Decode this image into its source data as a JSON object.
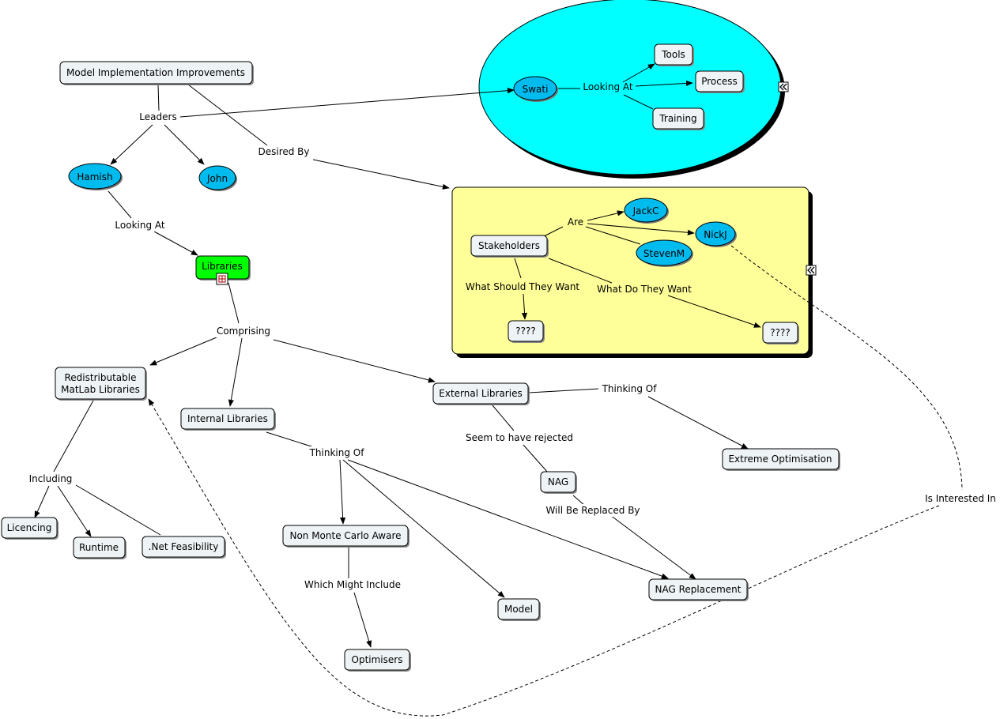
{
  "colors": {
    "node_fill": "#eef3f5",
    "person_fill": "#00bbee",
    "libraries_fill": "#00ff00",
    "cyan_region": "#00ffff",
    "yellow_region": "#ffff99"
  },
  "icons": {
    "collapse": "double-chevron-left-icon",
    "resource": "resource-icon"
  },
  "nodes": {
    "model_impl": "Model Implementation Improvements",
    "hamish": "Hamish",
    "john": "John",
    "libraries": "Libraries",
    "swati": "Swati",
    "tools": "Tools",
    "process": "Process",
    "training": "Training",
    "stakeholders": "Stakeholders",
    "jackc": "JackC",
    "stevenm": "StevenM",
    "nickj": "NickJ",
    "q1": "????",
    "q2": "????",
    "redist_line1": "Redistributable",
    "redist_line2": "MatLab Libraries",
    "internal_libs": "Internal Libraries",
    "external_libs": "External Libraries",
    "extreme_opt": "Extreme Optimisation",
    "nag": "NAG",
    "nag_repl": "NAG Replacement",
    "licencing": "Licencing",
    "runtime": "Runtime",
    "net_feas": ".Net Feasibility",
    "non_monte": "Non Monte Carlo Aware",
    "model": "Model",
    "optimisers": "Optimisers"
  },
  "links": {
    "leaders": "Leaders",
    "desired_by": "Desired By",
    "looking_at_hamish": "Looking At",
    "looking_at_swati": "Looking At",
    "are": "Are",
    "what_should": "What Should They Want",
    "what_do": "What Do They Want",
    "comprising": "Comprising",
    "including": "Including",
    "thinking_of_internal": "Thinking Of",
    "thinking_of_external": "Thinking Of",
    "seem_rejected": "Seem to have rejected",
    "will_be_replaced": "Will Be Replaced By",
    "which_might": "Which Might Include",
    "is_interested": "Is Interested In"
  }
}
